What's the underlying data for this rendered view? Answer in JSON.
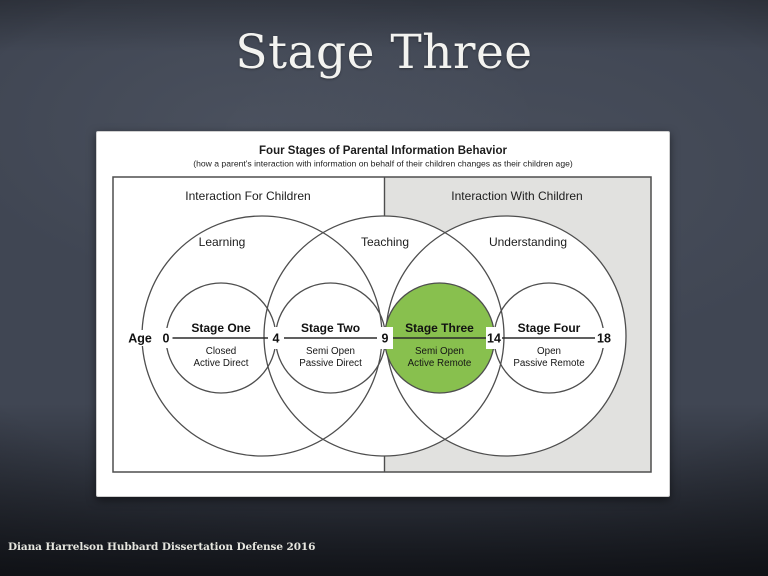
{
  "slide": {
    "title": "Stage Three",
    "footer": "Diana Harrelson Hubbard Dissertation Defense 2016"
  },
  "diagram": {
    "title": "Four Stages of Parental Information Behavior",
    "subtitle": "(how a parent's interaction with information on behalf of their children changes as their children age)",
    "regions": [
      {
        "label": "Interaction For Children"
      },
      {
        "label": "Interaction With Children"
      }
    ],
    "phases": [
      {
        "label": "Learning"
      },
      {
        "label": "Teaching"
      },
      {
        "label": "Understanding"
      }
    ],
    "axis": {
      "label": "Age",
      "ticks": [
        "0",
        "4",
        "9",
        "14",
        "18"
      ]
    },
    "stages": [
      {
        "name": "Stage One",
        "line1": "Closed",
        "line2": "Active Direct",
        "age_range": "0-4",
        "highlighted": false
      },
      {
        "name": "Stage Two",
        "line1": "Semi Open",
        "line2": "Passive Direct",
        "age_range": "4-9",
        "highlighted": false
      },
      {
        "name": "Stage Three",
        "line1": "Semi Open",
        "line2": "Active Remote",
        "age_range": "9-14",
        "highlighted": true
      },
      {
        "name": "Stage Four",
        "line1": "Open",
        "line2": "Passive Remote",
        "age_range": "14-18",
        "highlighted": false
      }
    ],
    "colors": {
      "highlight": "#88c04e",
      "region_gray": "#e1e1df",
      "stroke": "#4e4e4e"
    }
  }
}
